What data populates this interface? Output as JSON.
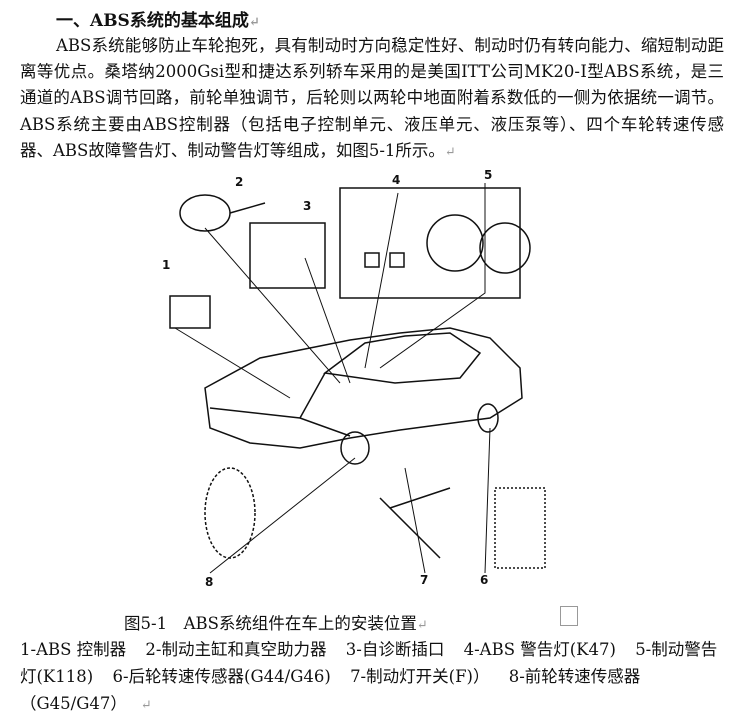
{
  "section_heading": "一、ABS系统的基本组成",
  "paragraph": "ABS系统能够防止车轮抱死，具有制动时方向稳定性好、制动时仍有转向能力、缩短制动距离等优点。桑塔纳2000Gsi型和捷达系列轿车采用的是美国ITT公司MK20-Ⅰ型ABS系统，是三通道的ABS调节回路，前轮单独调节，后轮则以两轮中地面附着系数低的一侧为依据统一调节。ABS系统主要由ABS控制器（包括电子控制单元、液压单元、液压泵等）、四个车轮转速传感器、ABS故障警告灯、制动警告灯等组成，如图5-1所示。",
  "paragraph_mark": "↵",
  "figure": {
    "callouts": [
      "1",
      "2",
      "3",
      "4",
      "5",
      "6",
      "7",
      "8"
    ],
    "caption": "图5-1　ABS系统组件在车上的安装位置",
    "legend": [
      "1-ABS 控制器",
      "2-制动主缸和真空助力器",
      "3-自诊断插口",
      "4-ABS 警告灯(K47)",
      "5-制动警告灯(K118)",
      "6-后轮转速传感器(G44/G46)",
      "7-制动灯开关(F)）",
      "8-前轮转速传感器（G45/G47）"
    ]
  }
}
